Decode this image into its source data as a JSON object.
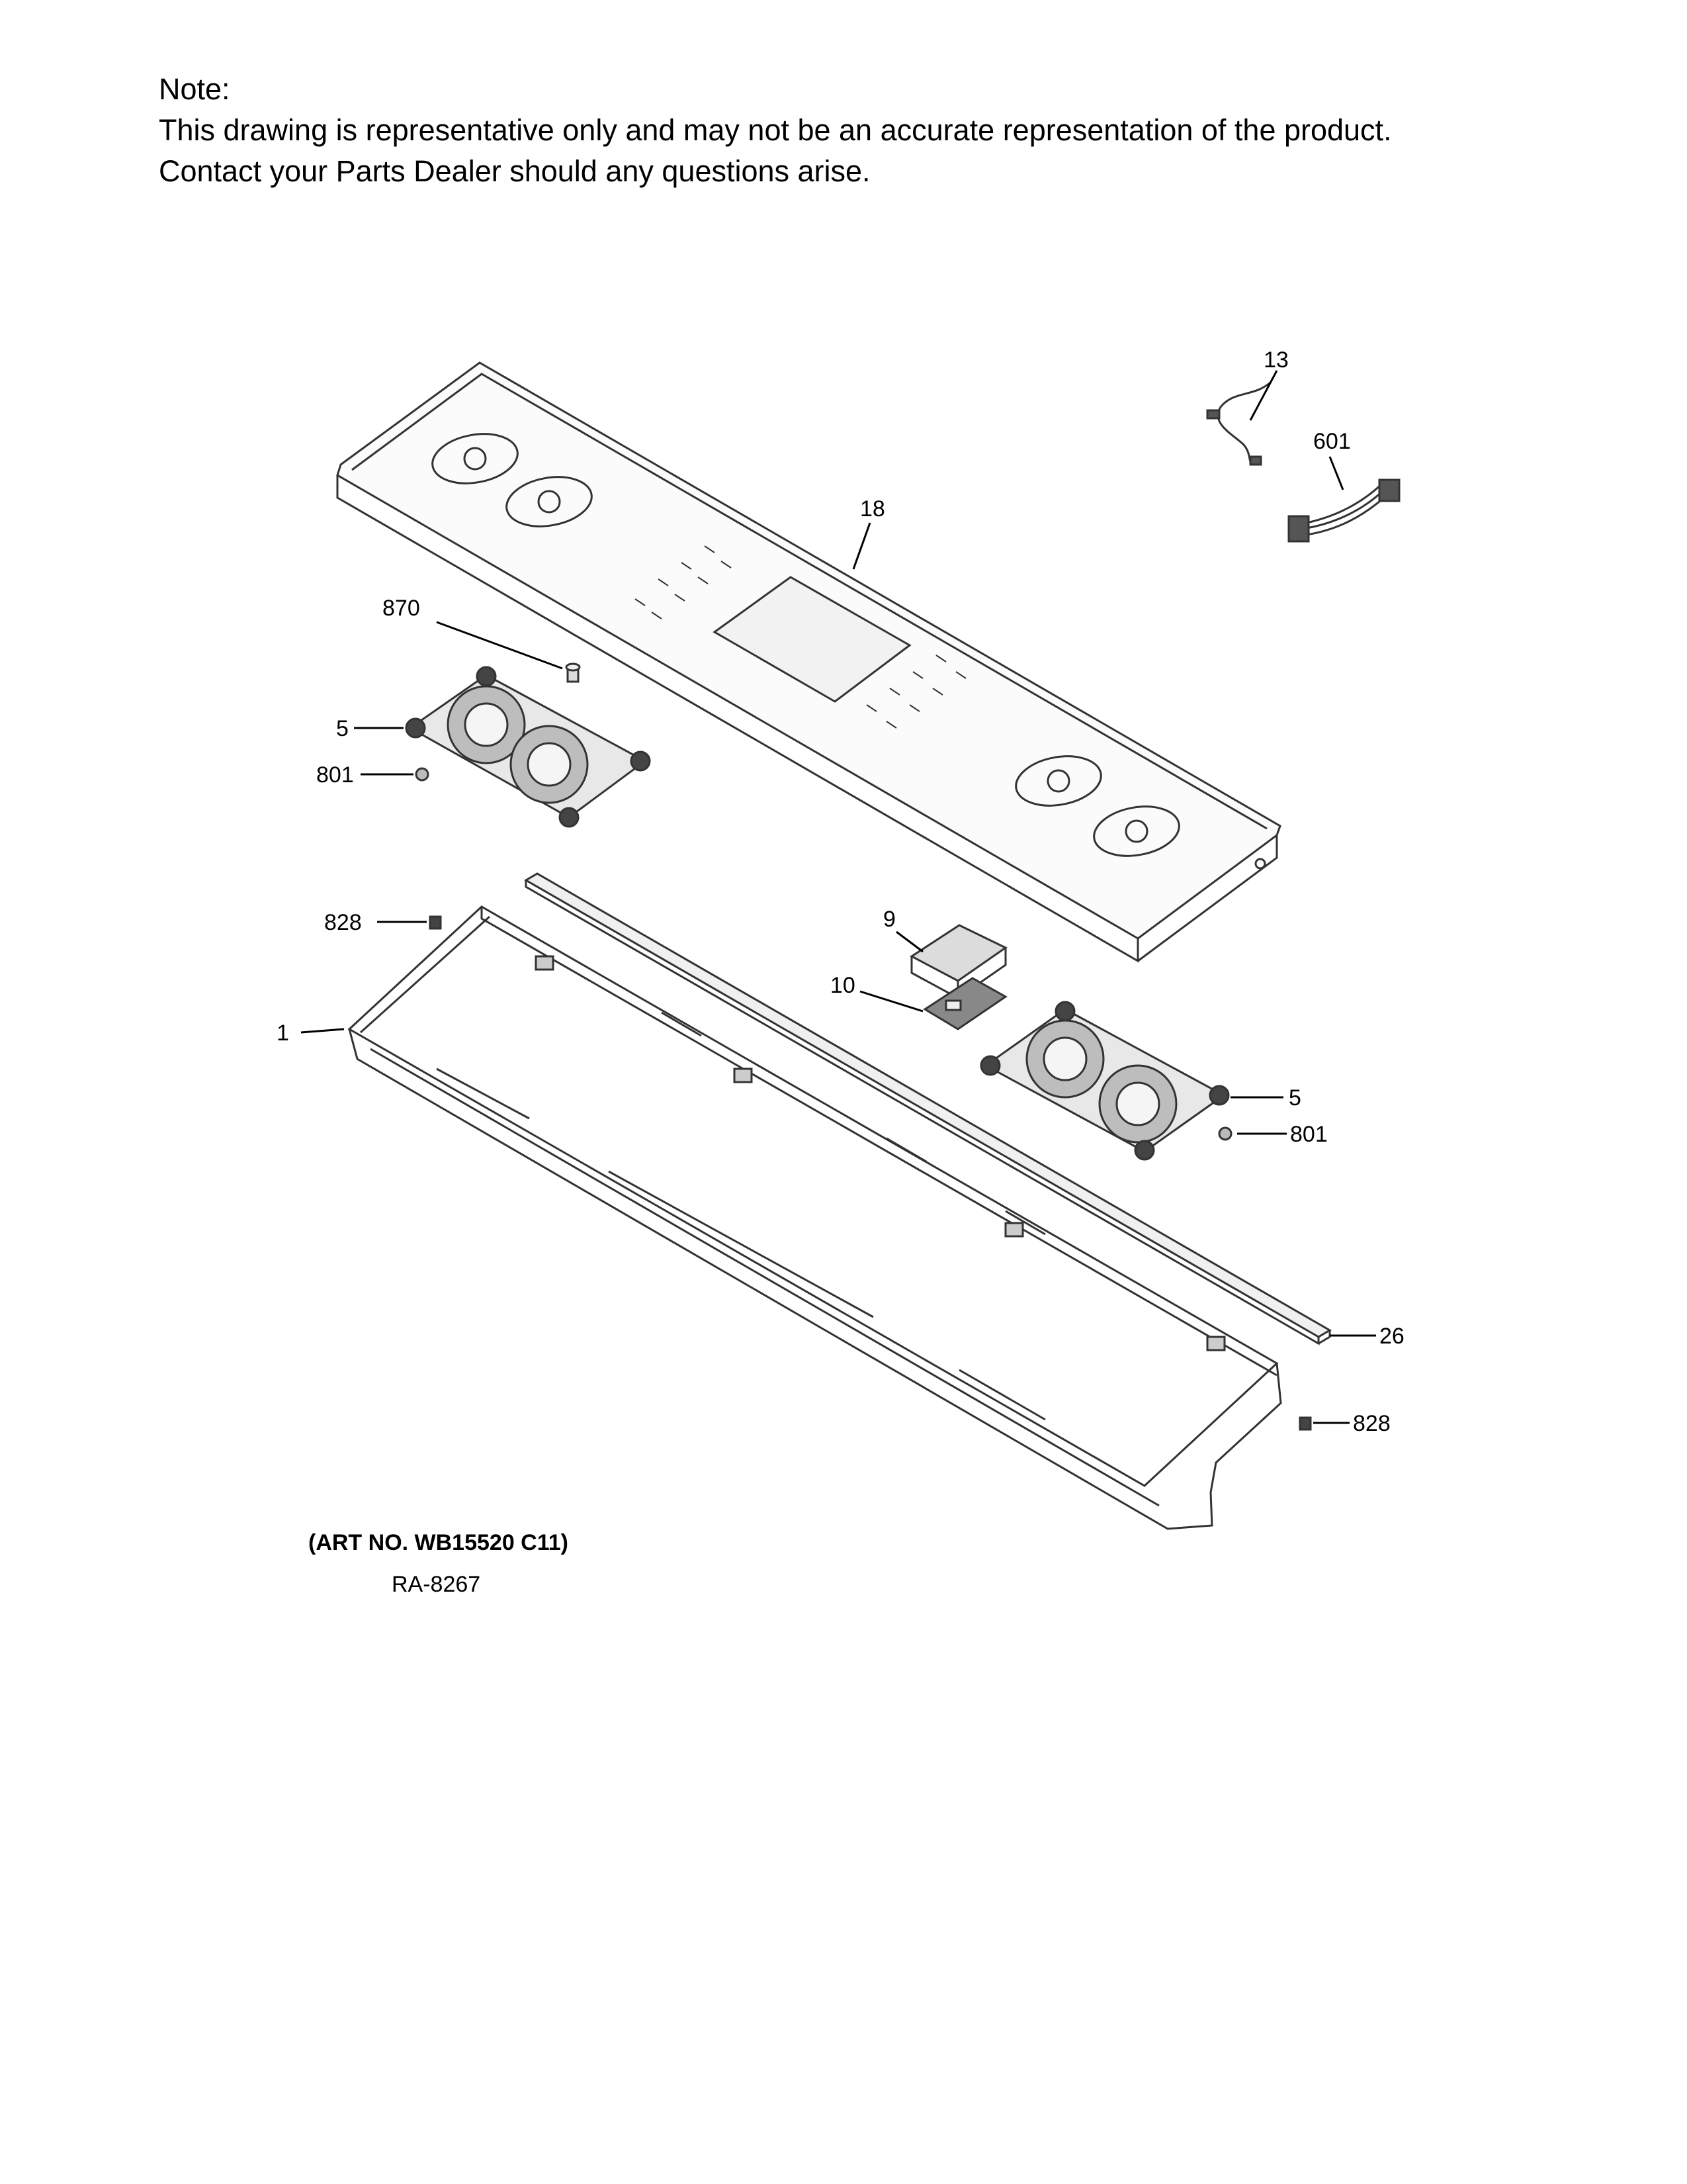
{
  "note": {
    "heading": "Note:",
    "line1": "This drawing is representative only and may not be an accurate representation of the product.",
    "line2": "Contact your Parts Dealer should any questions arise."
  },
  "callouts": {
    "c13": "13",
    "c601": "601",
    "c18": "18",
    "c870": "870",
    "c5_left": "5",
    "c801_left": "801",
    "c828_left": "828",
    "c9": "9",
    "c10": "10",
    "c1": "1",
    "c5_right": "5",
    "c801_right": "801",
    "c26": "26",
    "c828_right": "828"
  },
  "art_number": "(ART NO. WB15520 C11)",
  "ra_number": "RA-8267"
}
